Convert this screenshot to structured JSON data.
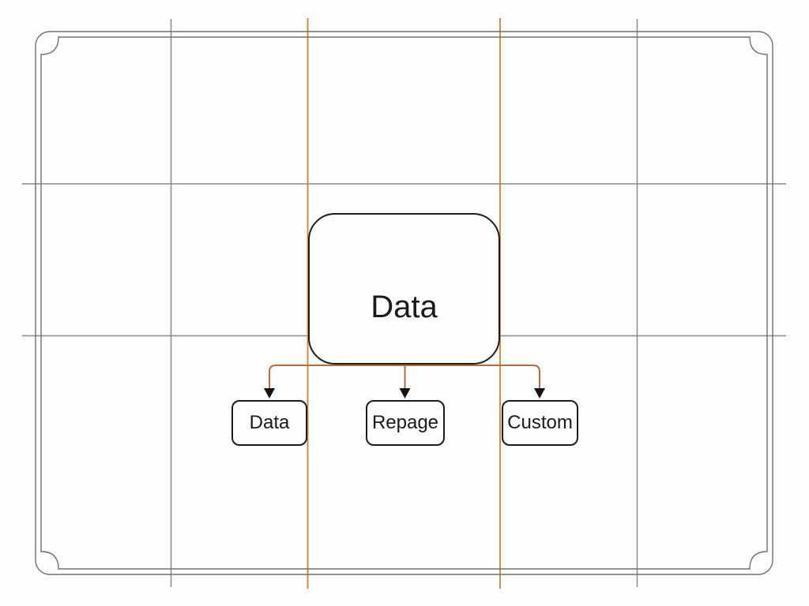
{
  "diagram": {
    "root": {
      "label": "Data"
    },
    "children": [
      {
        "label": "Data"
      },
      {
        "label": "Repage"
      },
      {
        "label": "Custom"
      }
    ],
    "edges": [
      {
        "from": "Data",
        "to": "Data"
      },
      {
        "from": "Data",
        "to": "Repage"
      },
      {
        "from": "Data",
        "to": "Custom"
      }
    ]
  },
  "colors": {
    "background": "#fdfdfd",
    "grid_gray": "#8a8a8a",
    "grid_orange": "#c9813e",
    "frame_gray": "#707070",
    "connector_orange": "#b56b3c",
    "arrow_black": "#141414",
    "node_border": "#1c1c1c",
    "node_fill": "#fefefe",
    "text": "#1a1a1a"
  }
}
